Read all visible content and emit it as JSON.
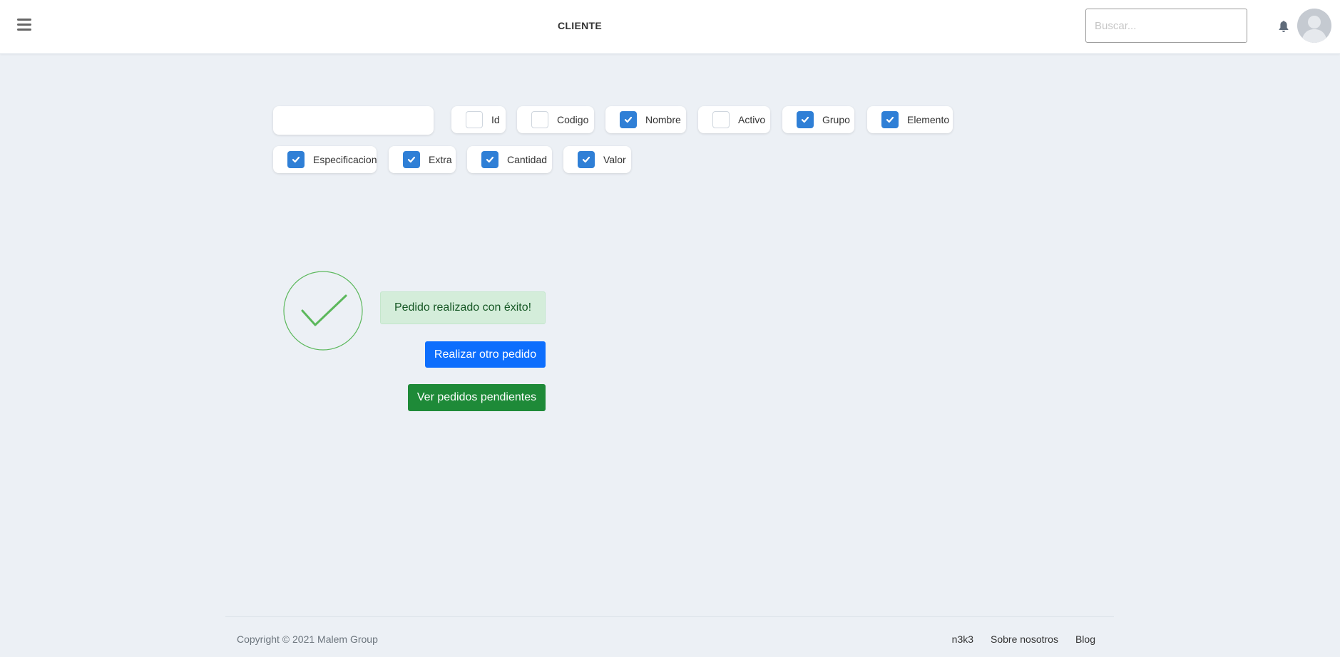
{
  "header": {
    "title": "CLIENTE",
    "search_placeholder": "Buscar...",
    "menu_icon": "hamburger-icon",
    "notification_icon": "bell-icon",
    "avatar_icon": "user-avatar-icon"
  },
  "filters": {
    "text_value": "",
    "columns": [
      {
        "label": "Id",
        "checked": false
      },
      {
        "label": "Codigo",
        "checked": false
      },
      {
        "label": "Nombre",
        "checked": true
      },
      {
        "label": "Activo",
        "checked": false
      },
      {
        "label": "Grupo",
        "checked": true
      },
      {
        "label": "Elemento",
        "checked": true
      },
      {
        "label": "Especificacion",
        "checked": true
      },
      {
        "label": "Extra",
        "checked": true
      },
      {
        "label": "Cantidad",
        "checked": true
      },
      {
        "label": "Valor",
        "checked": true
      }
    ]
  },
  "result": {
    "icon": "checkmark-circle-icon",
    "message": "Pedido realizado con éxito!",
    "new_order_button": "Realizar otro pedido",
    "pending_orders_button": "Ver pedidos pendientes"
  },
  "footer": {
    "copyright": "Copyright © 2021 Malem Group",
    "links": [
      "n3k3",
      "Sobre nosotros",
      "Blog"
    ]
  },
  "colors": {
    "background": "#ecf0f5",
    "primary": "#0d6efd",
    "success": "#1e8a38",
    "checkbox": "#2f7fd6",
    "alert_bg": "#d4edda"
  }
}
